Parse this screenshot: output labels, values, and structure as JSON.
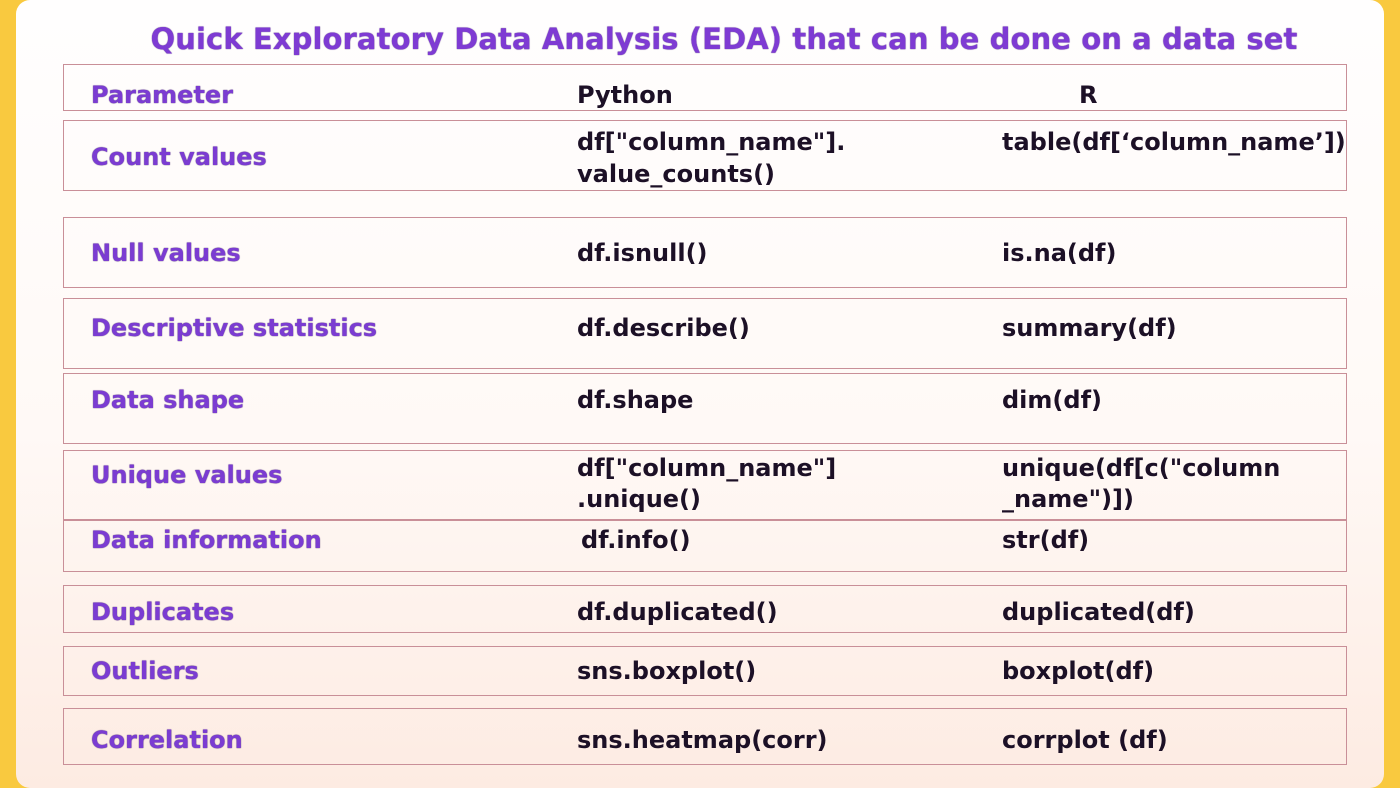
{
  "title": "Quick Exploratory Data Analysis (EDA)  that can be done on a data set",
  "table": {
    "headers": {
      "parameter": "Parameter",
      "python": "Python",
      "r": "R"
    },
    "rows": [
      {
        "parameter": "Count values",
        "python_line1": "df[\"column_name\"].",
        "python_line2": "value_counts()",
        "r_line1": "table(df[‘column_name’])",
        "r_line2": ""
      },
      {
        "parameter": "Null values",
        "python_line1": "df.isnull()",
        "python_line2": "",
        "r_line1": "is.na(df)",
        "r_line2": ""
      },
      {
        "parameter": "Descriptive statistics",
        "python_line1": "df.describe()",
        "python_line2": "",
        "r_line1": "summary(df)",
        "r_line2": ""
      },
      {
        "parameter": "Data shape",
        "python_line1": "df.shape",
        "python_line2": "",
        "r_line1": "dim(df)",
        "r_line2": ""
      },
      {
        "parameter": "Unique values",
        "python_line1": "df[\"column_name\"]",
        "python_line2": ".unique()",
        "r_line1": "unique(df[c(\"column",
        "r_line2": "_name\")])"
      },
      {
        "parameter": "Data information",
        "python_line1": "df.info()",
        "python_line2": "",
        "r_line1": "str(df)",
        "r_line2": ""
      },
      {
        "parameter": "Duplicates",
        "python_line1": "df.duplicated()",
        "python_line2": "",
        "r_line1": "duplicated(df)",
        "r_line2": ""
      },
      {
        "parameter": "Outliers",
        "python_line1": "sns.boxplot()",
        "python_line2": "",
        "r_line1": "boxplot(df)",
        "r_line2": ""
      },
      {
        "parameter": "Correlation",
        "python_line1": "sns.heatmap(corr)",
        "python_line2": "",
        "r_line1": "corrplot (df)",
        "r_line2": ""
      }
    ]
  },
  "colors": {
    "accent": "#7b3cd2",
    "border": "#c98f98",
    "frame": "#f9c93f",
    "text": "#1c1026"
  }
}
